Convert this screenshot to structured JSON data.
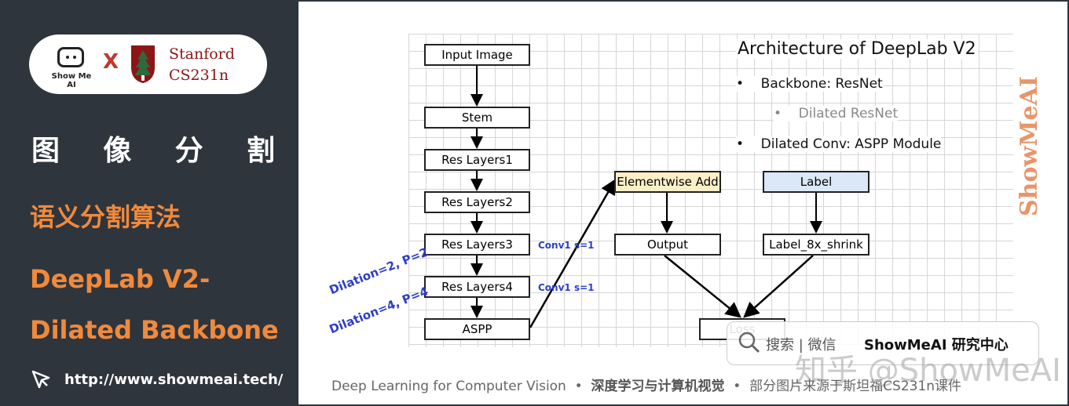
{
  "brand": {
    "showmeai_label": "Show Me AI",
    "x_label": "X",
    "stanford_line1": "Stanford",
    "stanford_line2": "CS231n"
  },
  "sidebar": {
    "title_chars": [
      "图",
      "像",
      "分",
      "割"
    ],
    "category": "语义分割算法",
    "subtitle_line1": "DeepLab V2-",
    "subtitle_line2": "Dilated Backbone",
    "url": "http://www.showmeai.tech/"
  },
  "diagram": {
    "nodes": {
      "input": "Input Image",
      "stem": "Stem",
      "res1": "Res Layers1",
      "res2": "Res Layers2",
      "res3": "Res Layers3",
      "res4": "Res Layers4",
      "aspp": "ASPP",
      "add": "Elementwise Add",
      "output": "Output",
      "label": "Label",
      "shrink": "Label_8x_shrink",
      "loss": "Loss"
    },
    "annotations": {
      "dilation2": "Dilation=2, P=2",
      "dilation4": "Dilation=4, P=4",
      "conv_a": "Conv1 s=1",
      "conv_b": "Conv1 s=1"
    },
    "colors": {
      "add_fill": "#fcefc7",
      "label_fill": "#dae8f8",
      "annotation": "#2c3ec8"
    }
  },
  "info": {
    "title": "Architecture of DeepLab V2",
    "bullet1": "Backbone: ResNet",
    "bullet1_sub": "Dilated ResNet",
    "bullet2": "Dilated Conv: ASPP Module"
  },
  "watermark": {
    "vertical": "ShowMeAI",
    "search_prefix": "搜索 | 微信",
    "search_brand": "ShowMeAI 研究中心",
    "zhihu": "知乎 @ShowMeAI"
  },
  "footer": {
    "left": "Deep Learning for Computer Vision",
    "mid": "深度学习与计算机视觉",
    "right": "部分图片来源于斯坦福CS231n课件"
  }
}
